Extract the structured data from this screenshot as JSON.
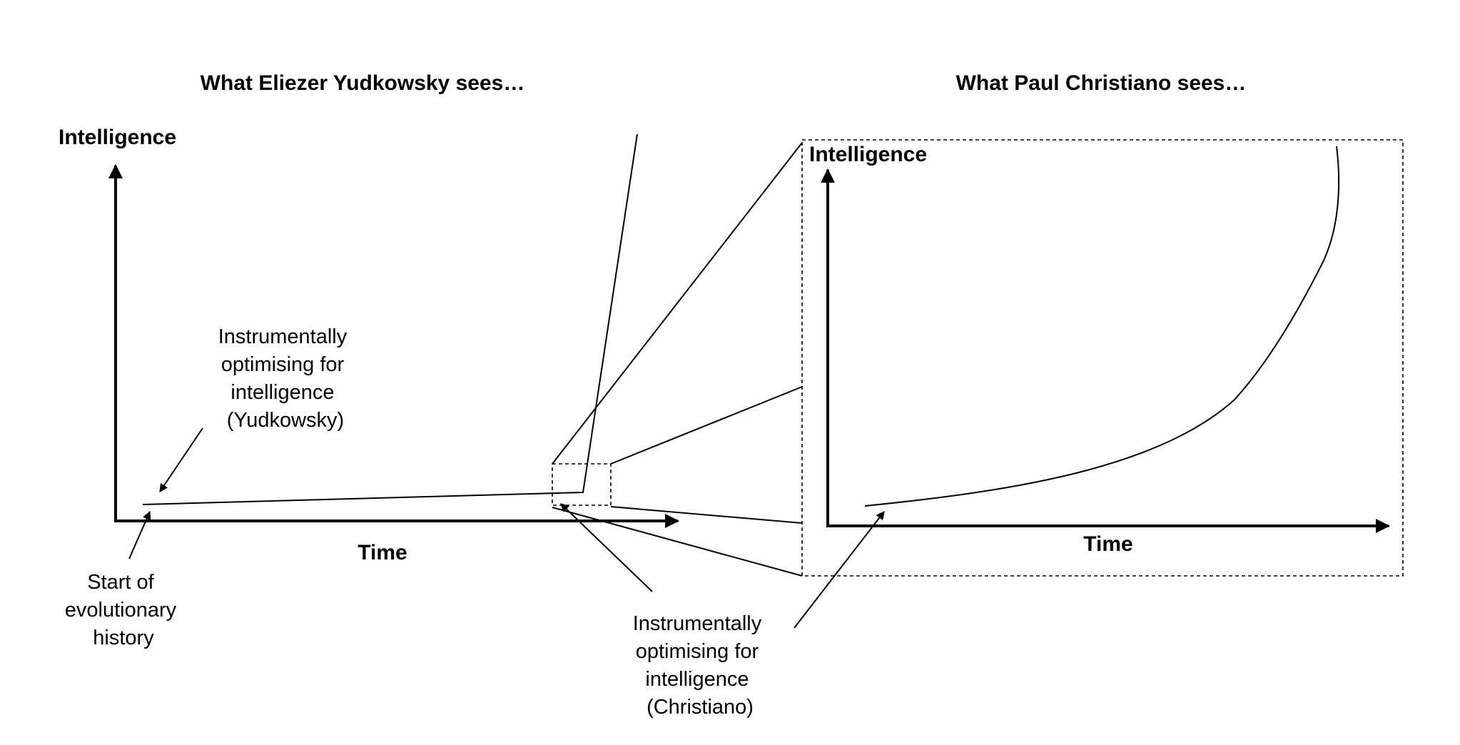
{
  "left_panel": {
    "title": "What Eliezer Yudkowsky sees…",
    "y_axis_label": "Intelligence",
    "x_axis_label": "Time"
  },
  "right_panel": {
    "title": "What Paul Christiano sees…",
    "y_axis_label": "Intelligence",
    "x_axis_label": "Time"
  },
  "annotations": {
    "yudkowsky": [
      "Instrumentally",
      "optimising for",
      "intelligence",
      "(Yudkowsky)"
    ],
    "start": [
      "Start of",
      "evolutionary",
      "history"
    ],
    "christiano": [
      "Instrumentally",
      "optimising for",
      "intelligence",
      "(Christiano)"
    ]
  },
  "colors": {
    "ink": "#000000",
    "background": "#ffffff"
  }
}
